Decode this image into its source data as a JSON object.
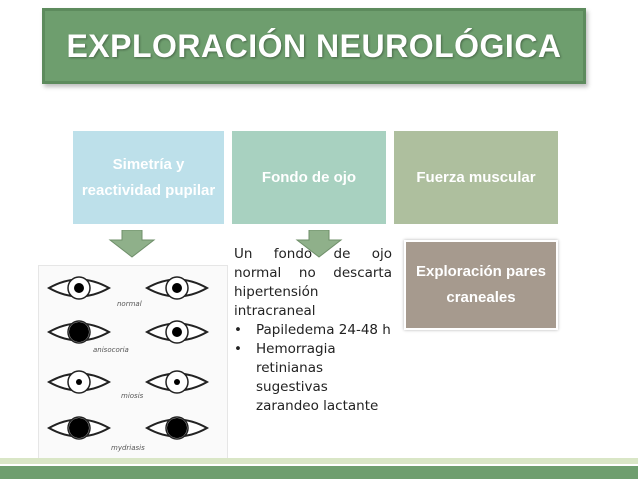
{
  "title": "EXPLORACIÓN NEUROLÓGICA",
  "boxes": {
    "simetria": "Simetría y reactividad pupilar",
    "fondo": "Fondo de ojo",
    "fuerza": "Fuerza muscular",
    "pares": "Exploración pares craneales"
  },
  "fondo_text": {
    "intro": "Un fondo de ojo normal no descarta hipertensión intracraneal",
    "bullets": [
      "Papiledema 24-48 h",
      "Hemorragia retinianas sugestivas zarandeo lactante"
    ]
  },
  "eye_labels": {
    "normal": "normal",
    "anisocoria": "anisocoria",
    "miosis": "miosis",
    "mydriasis": "mydriasis"
  },
  "colors": {
    "banner": "#6e9e6e",
    "box1": "#bde0ea",
    "box2": "#a8d1c0",
    "box3": "#aebf9e",
    "box4": "#a69a8e",
    "arrow": "#8fb08a"
  }
}
